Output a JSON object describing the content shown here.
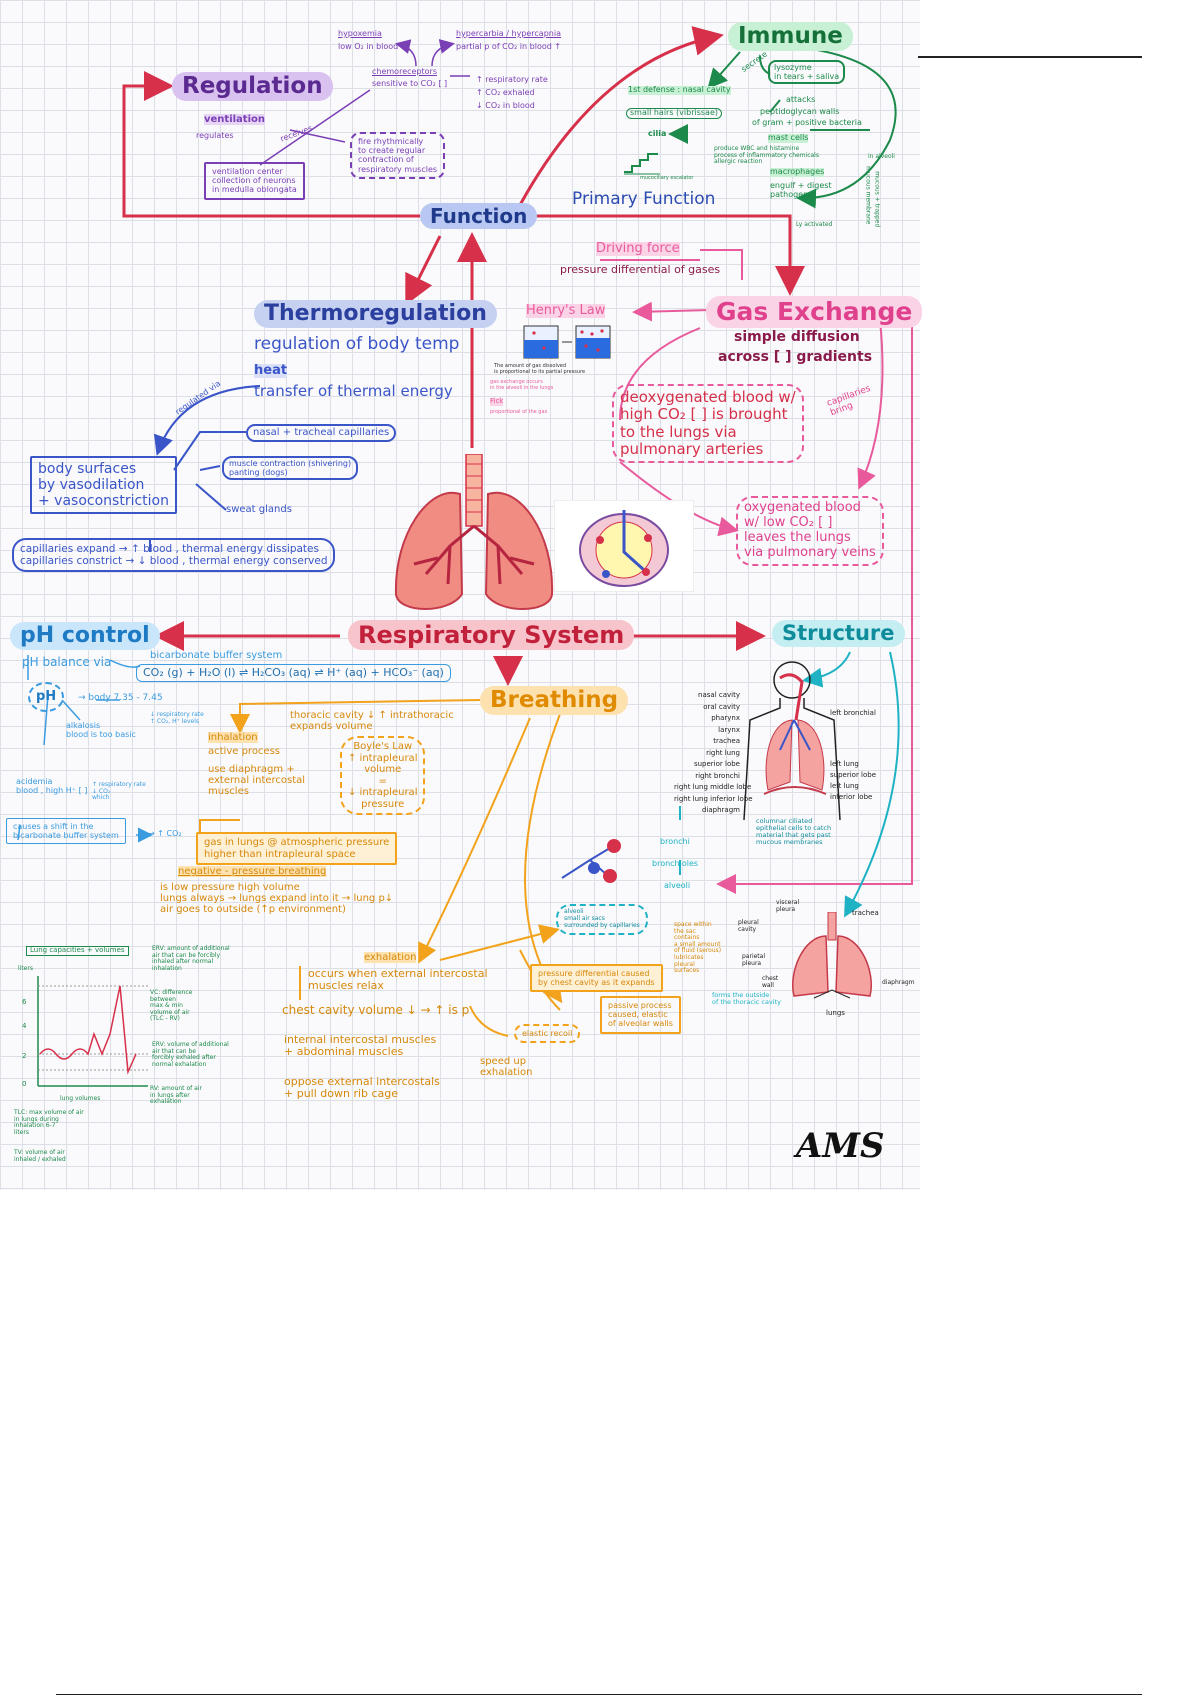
{
  "colors": {
    "function": "#2b4bb0",
    "regulation": "#7b3fb5",
    "immune": "#1c8a4a",
    "thermo": "#3a55c8",
    "gas": "#e85a9c",
    "red": "#d6304a",
    "ph": "#3a9be0",
    "structure": "#1fb2c4",
    "breathing": "#f2a21b"
  },
  "nodes": {
    "central": "Respiratory System",
    "function": "Function",
    "regulation": "Regulation",
    "immune": "Immune",
    "primary_function": "Primary Function",
    "thermo": "Thermoregulation",
    "gas": "Gas Exchange",
    "ph": "pH control",
    "structure": "Structure",
    "breathing": "Breathing"
  },
  "regulation": {
    "hypoxemia": "hypoxemia",
    "hypoxemia_desc": "low O₂ in blood",
    "hypercarbia": "hypercarbia / hypercapnia",
    "hypercarbia_desc": "partial p of CO₂ in blood ↑",
    "chemo": "chemoreceptors",
    "chemo_desc": "sensitive to CO₂ [ ]",
    "resp_rate": "↑ respiratory rate",
    "co2_exhaled": "↑ CO₂ exhaled",
    "co2_blood": "↓ CO₂ in blood",
    "ventilation": "ventilation",
    "ventilation_sub": "regulates",
    "receives": "receives",
    "fire_box": "fire rhythmically\nto create regular\ncontraction of\nrespiratory muscles",
    "center_box": "ventilation center\ncollection of neurons\nin medulla oblongata"
  },
  "immune": {
    "first_def": "1st defense : nasal cavity",
    "secrete": "secrete",
    "lysozyme": "lysozyme\nin tears + saliva",
    "small_hairs": "small hairs (vibrissae)",
    "attacks": "attacks",
    "peptido": "peptidoglycan walls",
    "gram": "of gram + positive bacteria",
    "cilia": "cilia",
    "mast": "mast cells",
    "mast_desc": "produce WBC and histamine\nprocess of inflammatory chemicals\nallergic reaction",
    "macro": "macrophages",
    "macro_desc": "engulf + digest\npathogens",
    "mucous": "mucous membrane",
    "mucociliary": "mucociliary escalator",
    "activated": "Ly activated",
    "side": "in alveoli",
    "vertical": "mucous + trapped"
  },
  "gas": {
    "driving": "Driving force",
    "driving_desc": "pressure differential of gases",
    "henry": "Henry's Law",
    "henry_note": "The amount of gas dissolved\nis proportional to its partial pressure",
    "henry_note2": "gas exchange occurs\nin the alveoli in the lungs",
    "fick": "Fick",
    "fick_desc": "proportional of the gas",
    "simple": "simple diffusion",
    "across": "across [ ] gradients",
    "deox": "deoxygenated blood w/\nhigh CO₂ [ ] is brought\nto the lungs via\npulmonary arteries",
    "capillaries": "capillaries\nbring",
    "ox": "oxygenated blood\nw/ low CO₂ [ ]\nleaves the lungs\nvia pulmonary veins"
  },
  "thermo": {
    "desc": "regulation of body temp",
    "heat": "heat",
    "heat_desc": "transfer of thermal energy",
    "regulated": "regulated via",
    "nasal": "nasal + tracheal capillaries",
    "muscle": "muscle contraction (shivering)\npanting (dogs)",
    "sweat": "sweat glands",
    "body": "body surfaces\nby vasodilation\n+ vasoconstriction",
    "caps": "capillaries expand → ↑ blood , thermal energy dissipates\ncapillaries constrict → ↓ blood , thermal energy conserved"
  },
  "ph": {
    "balance": "pH balance via",
    "buffer": "bicarbonate buffer system",
    "equation": "CO₂ (g) + H₂O (l) ⇌ H₂CO₃ (aq) ⇌ H⁺ (aq) + HCO₃⁻ (aq)",
    "badge": "pH",
    "body": "→ body 7.35 - 7.45",
    "alkalosis": "alkalosis\nblood is too basic",
    "alk_effect": "↓ respiratory rate\n↑ CO₂, H⁺ levels",
    "acidosis": "acidemia\nblood , high H⁺ [ ]",
    "acid_effect": "↑ respiratory rate\n↓ CO₂\nwhich",
    "co2": "→ ↑ CO₂",
    "shift": "causes a shift in the\nbicarbonate buffer system"
  },
  "breathing": {
    "inhalation": "inhalation",
    "active": "active process",
    "diaphragm": "use diaphragm +\nexternal intercostal\nmuscles",
    "thoracic": "thoracic cavity ↓ ↑ intrathoracic\nexpands                volume",
    "boyles": "Boyle's Law\n↑ intrapleural\nvolume\n=\n↓ intrapleural\npressure",
    "gas_box": "gas in lungs @ atmospheric pressure\nhigher than intrapleural space",
    "negative": "negative - pressure breathing",
    "neg_desc": "is low pressure high volume\nlungs always → lungs expand into it → lung p↓\nair goes to outside (↑p environment)",
    "exhalation": "exhalation",
    "occurs": "occurs when external intercostal\nmuscles relax",
    "chest": "chest cavity volume ↓ → ↑ is p",
    "internal": "internal intercostal muscles\n+ abdominal muscles",
    "oppose": "oppose external intercostals\n+ pull down rib cage",
    "speed": "speed up\nexhalation",
    "elastic": "elastic recoil",
    "pressure_diff": "pressure differential caused\nby chest cavity as it expands",
    "passive": "passive process\ncaused, elastic\nof alveolar walls"
  },
  "lung_caps": {
    "title": "Lung capacities + volumes",
    "y_label": "liters",
    "x_label": "lung volumes",
    "erv": "ERV: amount of additional\nair that can be forcibly\ninhaled after normal\ninhalation",
    "vc": "VC: difference\nbetween\nmax & min\nvolume of air\n(TLC - RV)",
    "erv2": "ERV: volume of additional\nair that can be\nforcibly exhaled after\nnormal exhalation",
    "rv": "RV: amount of air\nin lungs after\nexhalation",
    "tlc": "TLC: max volume of air\nin lungs during\ninhalation 6-7\nliters",
    "tv": "TV: volume of air\ninhaled / exhaled"
  },
  "structure": {
    "labels_left": [
      "nasal cavity",
      "oral cavity",
      "pharynx",
      "larynx",
      "trachea",
      "right lung",
      "superior lobe",
      "right bronchi",
      "right lung middle lobe",
      "right lung inferior lobe",
      "diaphragm"
    ],
    "labels_right": [
      "left bronchial",
      "left lung",
      "superior lobe",
      "left lung",
      "inferior lobe"
    ],
    "bronch": "bronchi",
    "bronchioles": "bronchioles",
    "alveoli": "alveoli",
    "ciliated": "columnar ciliated\nepithelial cells to catch\nmaterial that gets past\nmucous membranes",
    "pleural": "pleural\ncavity",
    "trachea_r": "trachea",
    "lungs": "lungs",
    "visceral": "visceral\npleura",
    "parietal": "parietal\npleura",
    "diaphragm": "diaphragm",
    "chest": "chest\nwall",
    "space": "space within\nthe sac\ncontains\na small amount\nof fluid (serous)\nlubricates\npleural\nsurfaces",
    "forms": "forms the outside\nof the thoracic cavity",
    "alveoli_desc": "alveoli\nsmall air sacs\nsurrounded by capillaries"
  },
  "signature": "AMS"
}
